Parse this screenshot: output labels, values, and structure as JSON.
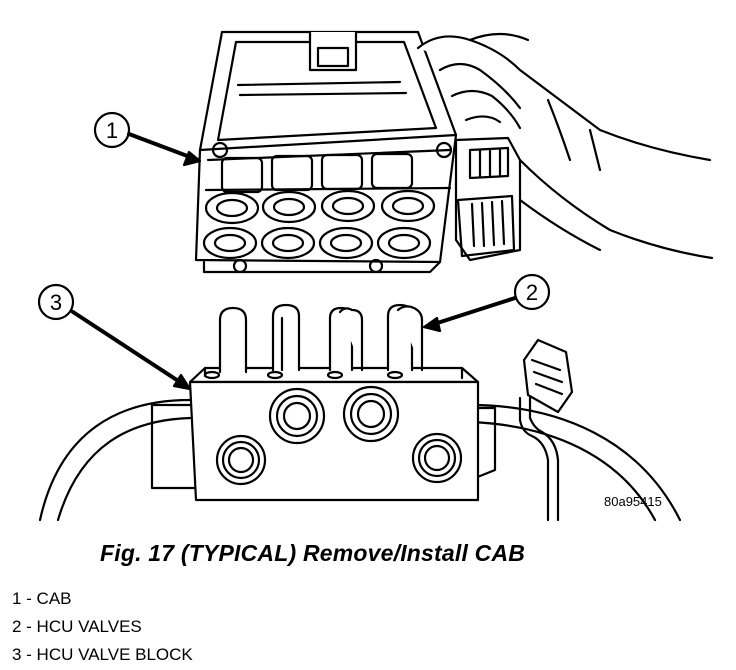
{
  "figure": {
    "drawing_id": "80a95415",
    "caption": "Fig. 17 (TYPICAL) Remove/Install CAB",
    "callouts": [
      "1",
      "2",
      "3"
    ]
  },
  "legend": [
    "1 - CAB",
    "2 - HCU VALVES",
    "3 - HCU VALVE BLOCK"
  ]
}
